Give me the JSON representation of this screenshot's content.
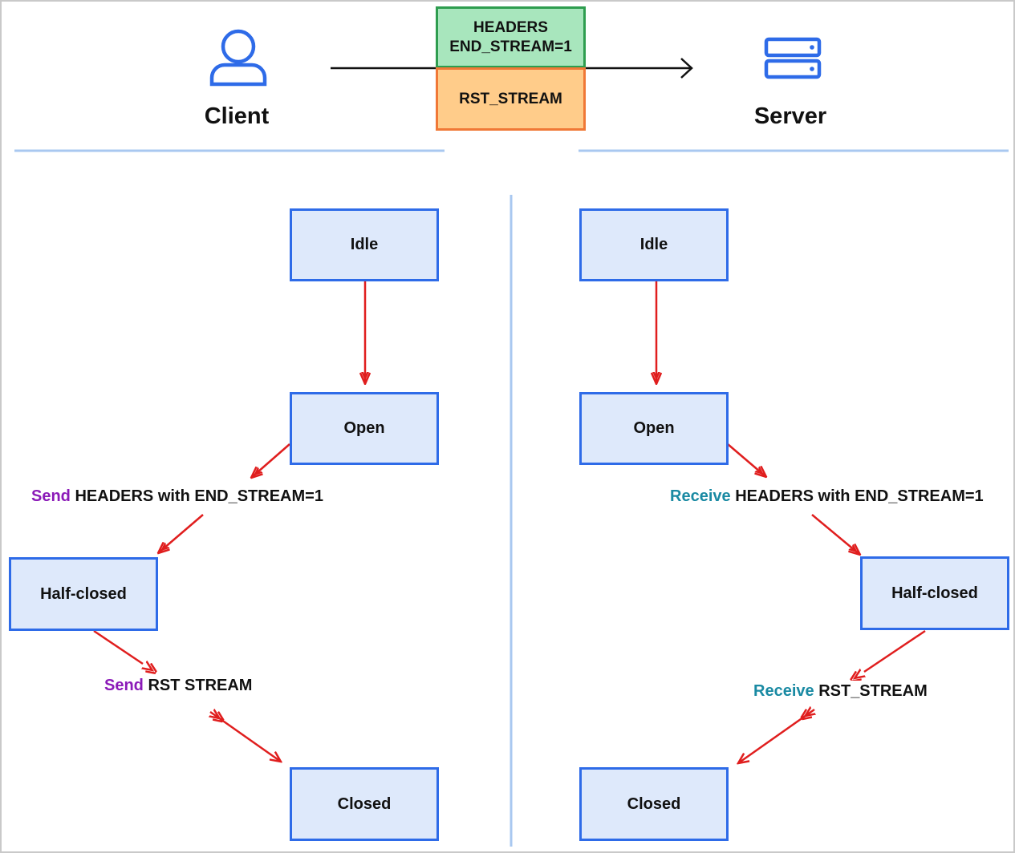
{
  "header": {
    "client_label": "Client",
    "server_label": "Server",
    "packets": [
      {
        "line1": "HEADERS",
        "line2": "END_STREAM=1"
      },
      {
        "line1": "RST_STREAM"
      }
    ]
  },
  "client": {
    "states": {
      "idle": "Idle",
      "open": "Open",
      "half_closed": "Half-closed",
      "closed": "Closed"
    },
    "transitions": [
      {
        "verb": "Send",
        "text": "HEADERS with END_STREAM=1"
      },
      {
        "verb": "Send",
        "text": "RST STREAM"
      }
    ]
  },
  "server": {
    "states": {
      "idle": "Idle",
      "open": "Open",
      "half_closed": "Half-closed",
      "closed": "Closed"
    },
    "transitions": [
      {
        "verb": "Receive",
        "text": "HEADERS with END_STREAM=1"
      },
      {
        "verb": "Receive",
        "text": "RST_STREAM"
      }
    ]
  },
  "colors": {
    "state_fill": "#dee9fb",
    "state_border": "#2e6be8",
    "arrow": "#e01e1e",
    "send_verb": "#8b1ab8",
    "receive_verb": "#1a8aa3",
    "headers_packet_fill": "#a8e6bd",
    "headers_packet_border": "#2e9d4f",
    "rst_packet_fill": "#ffcc8a",
    "rst_packet_border": "#f07836",
    "divider": "#a9c8f0"
  },
  "icons": {
    "client": "user-icon",
    "server": "server-icon"
  }
}
